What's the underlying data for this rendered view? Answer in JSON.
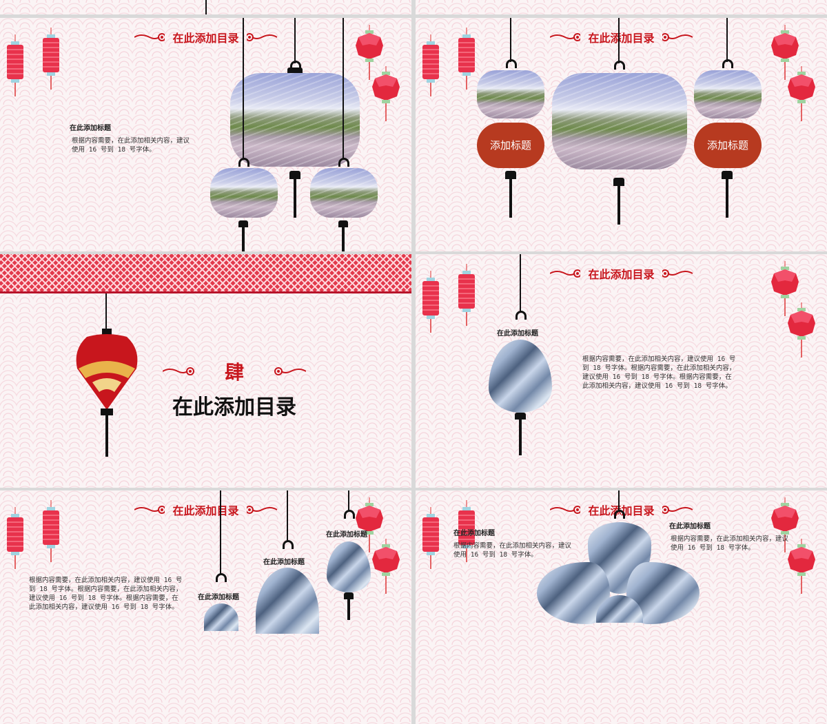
{
  "toc_title": "在此添加目录",
  "slide1": {
    "item_title": "在此添加标题",
    "item_body": "根据内容需要，在此添加相关内容，建议使用 16 号到 18 号字体。"
  },
  "slide2": {
    "left_label": "添加标题",
    "right_label": "添加标题"
  },
  "slide3": {
    "section_number": "肆",
    "section_title": "在此添加目录"
  },
  "slide4": {
    "item_title": "在此添加标题",
    "item_body": "根据内容需要，在此添加相关内容，建议使用 16 号到 18 号字体。根据内容需要，在此添加相关内容，建议使用 16 号到 18 号字体。根据内容需要，在此添加相关内容，建议使用 16 号到 18 号字体。"
  },
  "slide5": {
    "title_a": "在此添加标题",
    "title_b": "在此添加标题",
    "title_c": "在此添加标题",
    "item_body": "根据内容需要，在此添加相关内容，建议使用 16 号到 18 号字体。根据内容需要，在此添加相关内容，建议使用 16 号到 18 号字体。根据内容需要，在此添加相关内容，建议使用 16 号到 18 号字体。"
  },
  "slide6": {
    "left_title": "在此添加标题",
    "left_body": "根据内容需要，在此添加相关内容，建议使用 16 号到 18 号字体。",
    "right_title": "在此添加标题",
    "right_body": "根据内容需要，在此添加相关内容，建议使用 16 号到 18 号字体。"
  },
  "colors": {
    "accent_red": "#c8161d",
    "pill_red": "#b73a20",
    "background": "#fbf4f5"
  }
}
